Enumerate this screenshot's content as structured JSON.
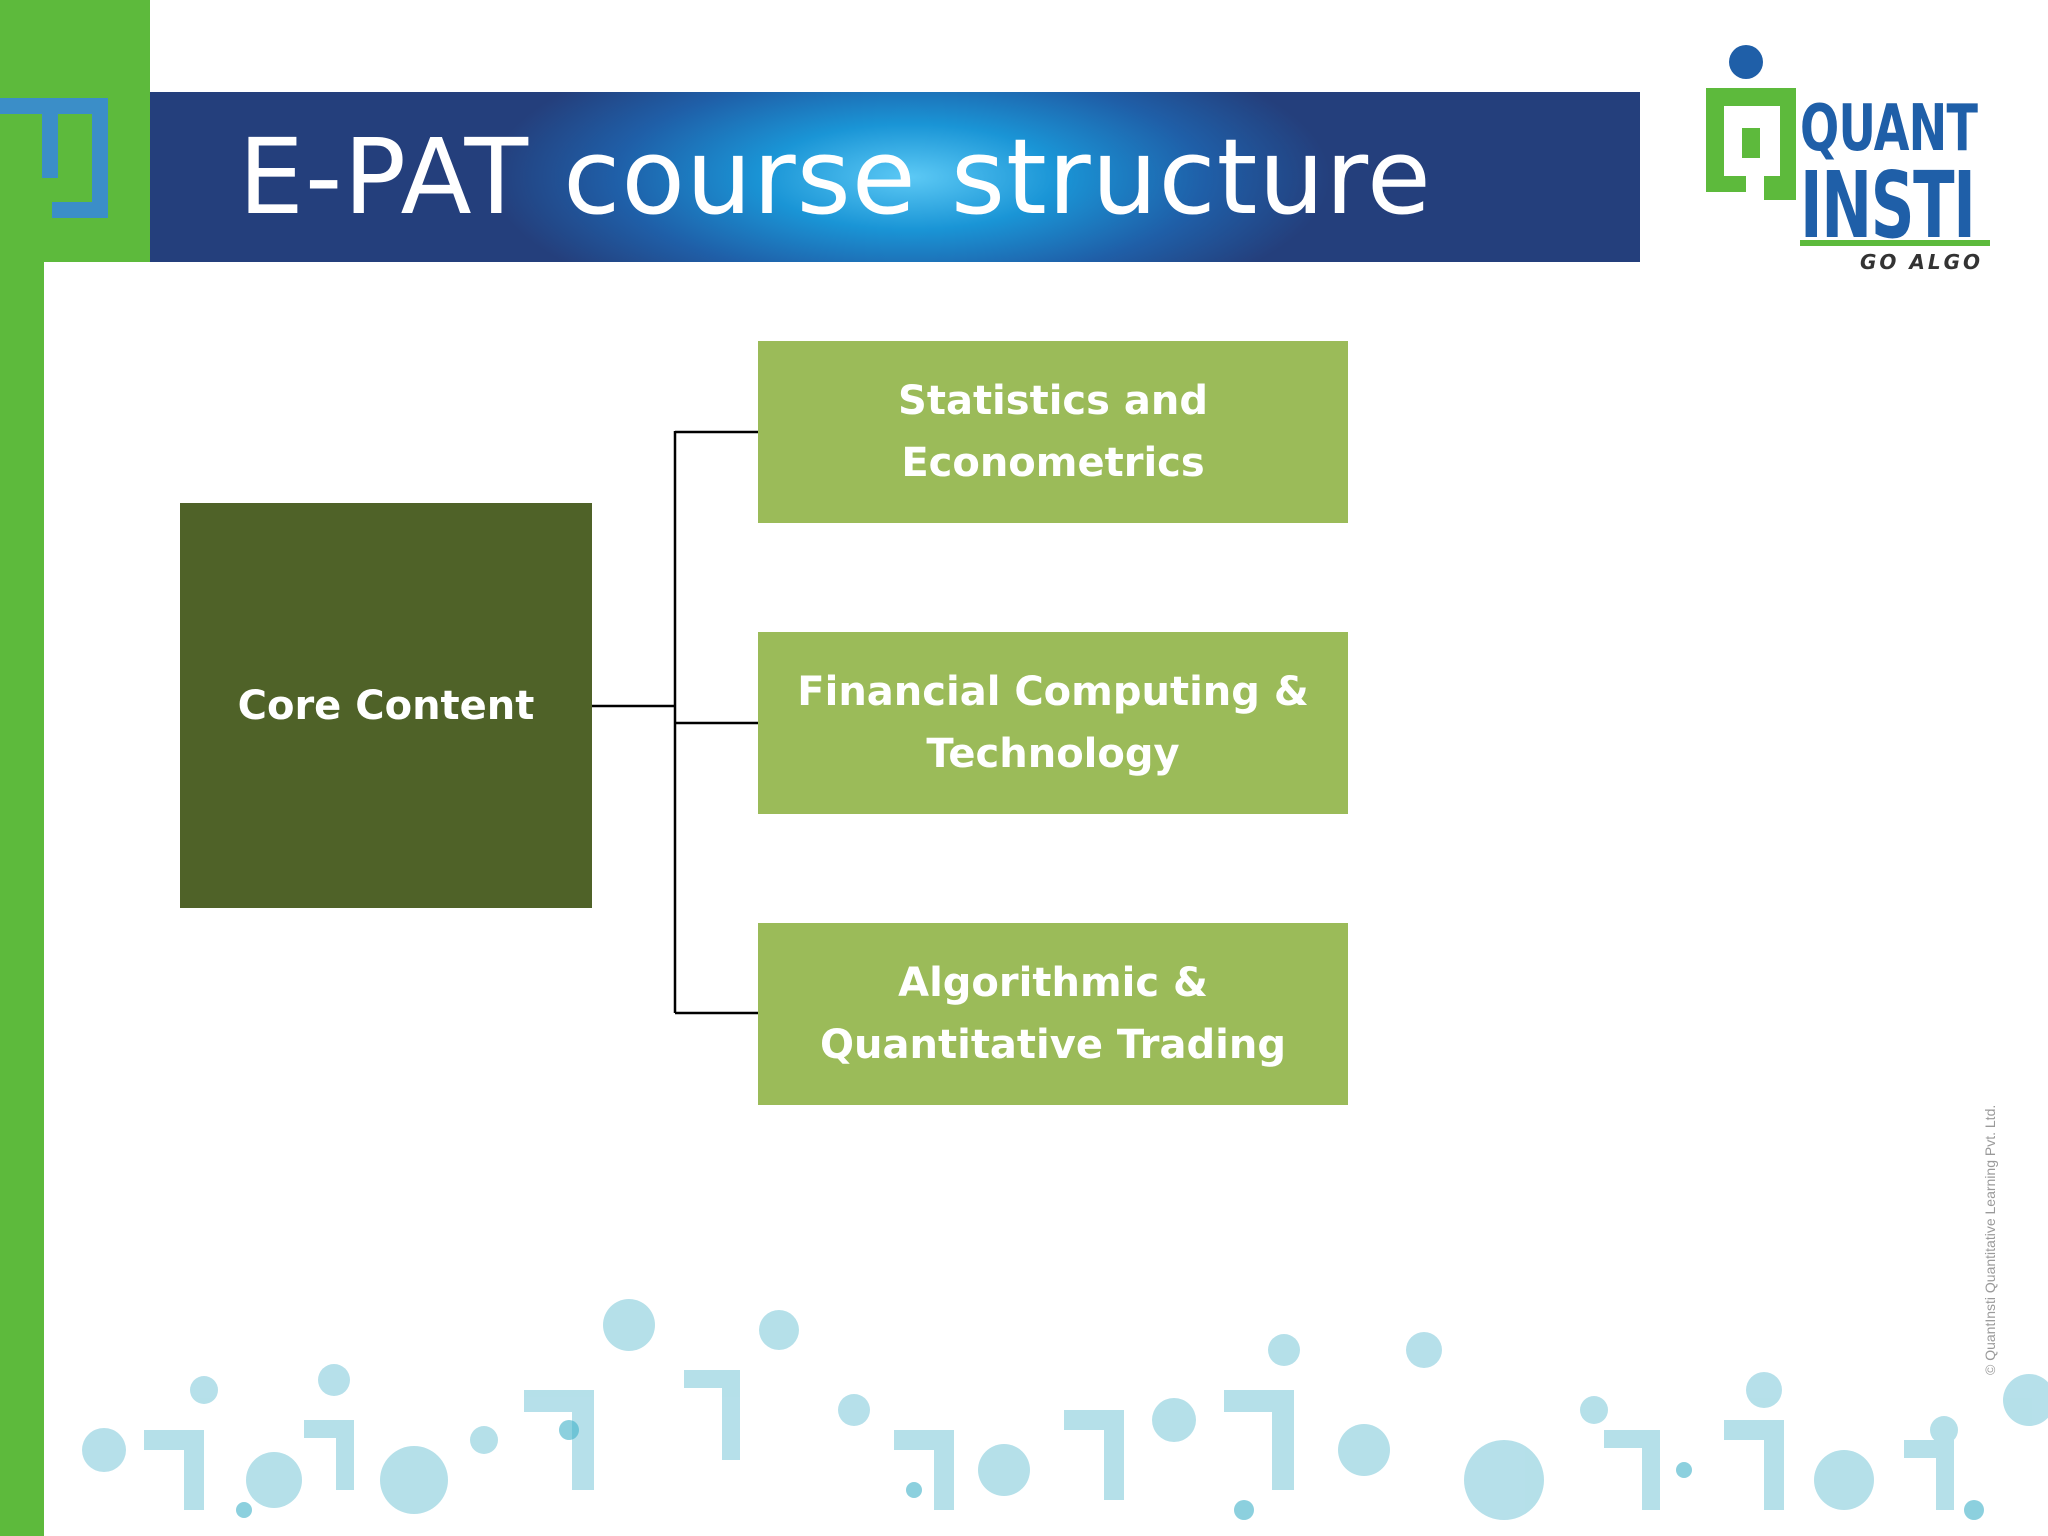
{
  "slide": {
    "title": "E-PAT course structure",
    "copyright": "© QuantInsti Quantitative Learning Pvt. Ltd."
  },
  "logo": {
    "line1": "QUANT",
    "line2": "INSTI",
    "tagline": "GO ALGO"
  },
  "diagram": {
    "root": "Core Content",
    "children": [
      "Statistics and\nEconometrics",
      "Financial Computing &\nTechnology",
      "Algorithmic &\nQuantitative Trading"
    ]
  },
  "colors": {
    "brand_green": "#5dba3c",
    "root_box": "#4f6228",
    "child_box": "#9bbb59",
    "banner_blue": "#1f5fa8",
    "pattern_cyan": "#a9dbe6"
  }
}
